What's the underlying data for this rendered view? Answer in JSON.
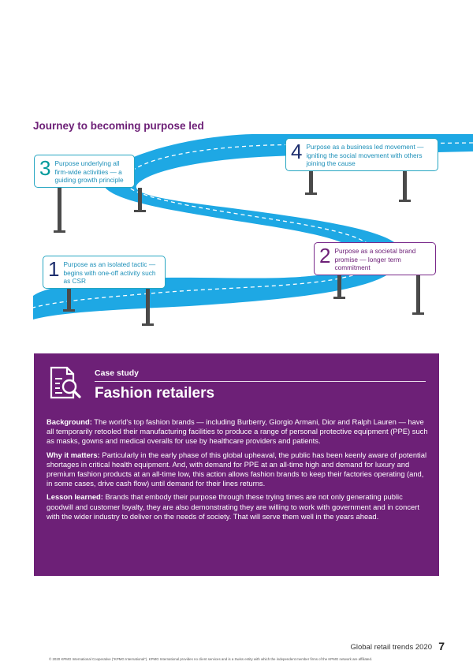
{
  "journey": {
    "title": "Journey to becoming purpose led",
    "steps": [
      {
        "number": "1",
        "text": "Purpose as an isolated tactic — begins with one-off activity such as CSR"
      },
      {
        "number": "2",
        "text": "Purpose as a societal brand promise — longer term commitment"
      },
      {
        "number": "3",
        "text": "Purpose underlying all firm-wide activities — a guiding growth principle"
      },
      {
        "number": "4",
        "text": "Purpose as a business led movement — igniting the social movement with others joining the cause"
      }
    ]
  },
  "case_study": {
    "label": "Case study",
    "title": "Fashion retailers",
    "icon": "document-magnifier-icon",
    "background_heading": "Background:",
    "background_text": " The world's top fashion brands — including Burberry, Giorgio Armani, Dior and Ralph Lauren — have all temporarily retooled their manufacturing facilities to produce a range of personal protective equipment (PPE) such as masks, gowns and medical overalls for use by healthcare providers and patients.",
    "why_heading": "Why it matters:",
    "why_text": " Particularly in the early phase of this global upheaval, the public has been keenly aware of potential shortages in critical health equipment. And, with demand for PPE at an all-time high and demand for luxury and premium fashion products at an all-time low, this action allows fashion brands to keep their factories operating (and, in some cases, drive cash flow) until demand for their lines returns.",
    "lesson_heading": "Lesson learned:",
    "lesson_text": " Brands that embody their purpose through these trying times are not only generating public goodwill and customer loyalty, they are also demonstrating they are willing to work with government and in concert with the wider industry to deliver on the needs of society. That will serve them well in the years ahead."
  },
  "footer": {
    "publication": "Global retail trends 2020",
    "page_number": "7",
    "legal": "© 2020 KPMG International Cooperative (\"KPMG International\"). KPMG International provides no client services and is a Swiss entity with which the independent member firms of the KPMG network are affiliated."
  },
  "colors": {
    "purple": "#6d2077",
    "road": "#1ea8e4",
    "sign_blue": "#27a6c2"
  }
}
